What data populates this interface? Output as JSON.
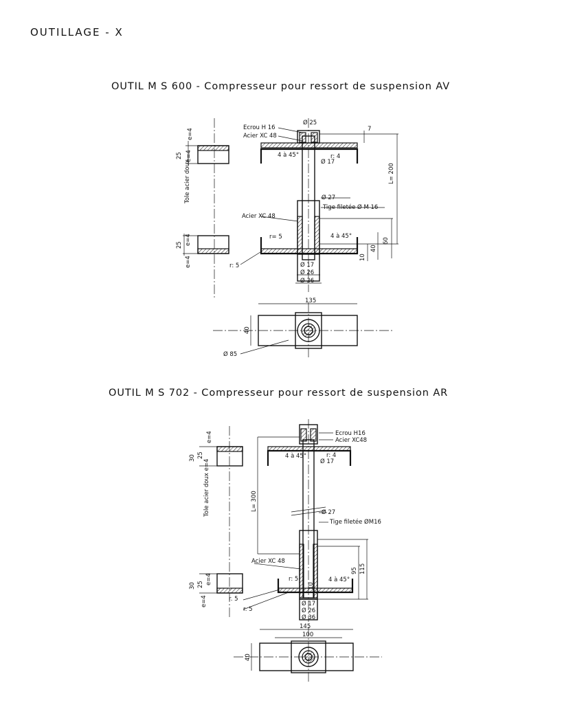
{
  "header": "OUTILLAGE - X",
  "tool1": {
    "title": "OUTIL M S 600 - Compresseur pour ressort de suspension AV",
    "labels": {
      "diam25": "Ø 25",
      "ecrou": "Ecrou H 16",
      "acier_top": "Acier XC 48",
      "dim7": "7",
      "r4": "r: 4",
      "chamfer_top": "4 à 45°",
      "diam17_top": "Ø 17",
      "L200": "L= 200",
      "diam27": "Ø 27",
      "tige": "Tige filetée Ø M 16",
      "acier_mid": "Acier XC 48",
      "r5_top": "r= 5",
      "chamfer_bot": "4 à 45°",
      "dim40": "40",
      "dim60": "60",
      "dim10": "10",
      "r5_bot": "r: 5",
      "diam17_bot": "Ø 17",
      "diam26": "Ø 26",
      "diam36": "Ø 36",
      "side_e4_top": "e=4",
      "side_25_top": "25",
      "side_e4_mid": "e=4",
      "tole": "Tole acier doux",
      "side_25_bot": "25",
      "side_e4_bot": "e=4",
      "side_e4_b2": "e=4",
      "plan135": "135",
      "plan40": "40",
      "plan_diam85": "Ø 85"
    }
  },
  "tool2": {
    "title": "OUTIL M S 702 - Compresseur pour ressort de suspension AR",
    "labels": {
      "ecrou": "Ecrou H16",
      "acier_top": "Acier XC48",
      "chamfer_top": "4 à 45°",
      "r4": "r: 4",
      "diam17_top": "Ø 17",
      "L300": "L= 300",
      "diam27": "Ø 27",
      "tige": "Tige filetée ØM16",
      "acier_mid": "Acier XC 48",
      "r5_a": "r: 5",
      "dim10": "10",
      "chamfer_bot": "4 à 45°",
      "dim95": "95",
      "dim115": "115",
      "r5_b": "r. 5",
      "r5_c": "r. 5",
      "diam17_bot": "Ø 17",
      "diam26": "Ø 26",
      "diam36": "Ø 36",
      "side_e4_top": "e=4",
      "side_30_top": "30",
      "side_25_top": "25",
      "tole": "Tole acier doux e=4",
      "side_30_bot": "30",
      "side_25_bot": "25",
      "side_e4_bot": "e=4",
      "side_e4_b2": "e=4",
      "plan145": "145",
      "plan100": "100",
      "plan40": "40"
    }
  }
}
